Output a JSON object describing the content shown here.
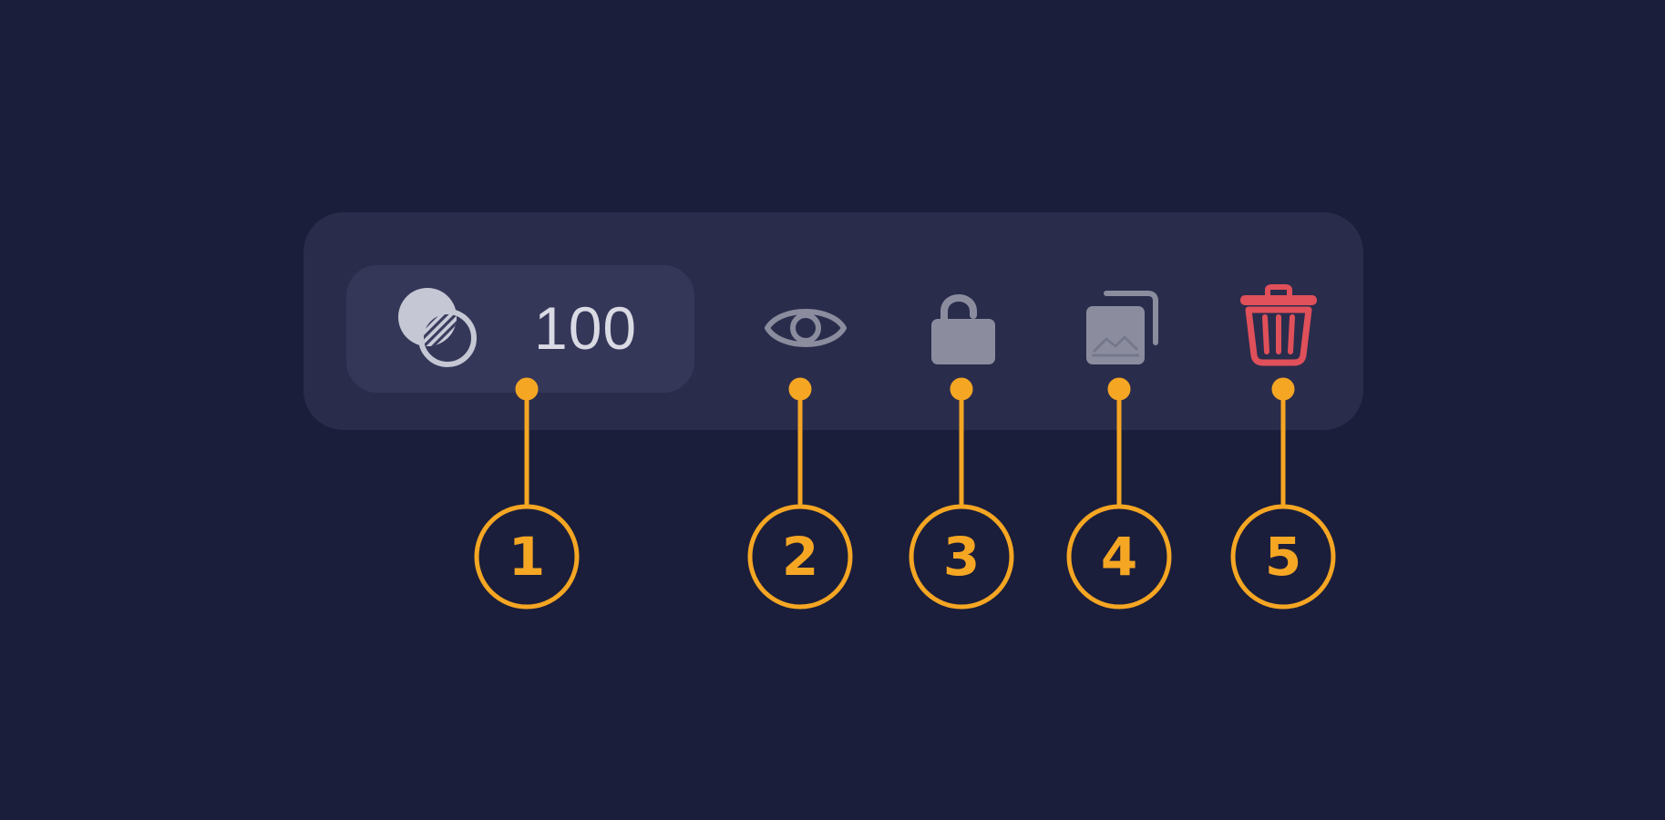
{
  "toolbar": {
    "opacity": {
      "icon": "blend-opacity-icon",
      "value": "100"
    },
    "buttons": [
      {
        "name": "visibility",
        "icon": "eye-icon"
      },
      {
        "name": "lock",
        "icon": "unlock-icon"
      },
      {
        "name": "duplicate",
        "icon": "duplicate-image-icon"
      },
      {
        "name": "delete",
        "icon": "trash-icon",
        "color": "#e0505a"
      }
    ]
  },
  "callouts": {
    "color": "#f5a623",
    "labels": [
      "1",
      "2",
      "3",
      "4",
      "5"
    ]
  }
}
